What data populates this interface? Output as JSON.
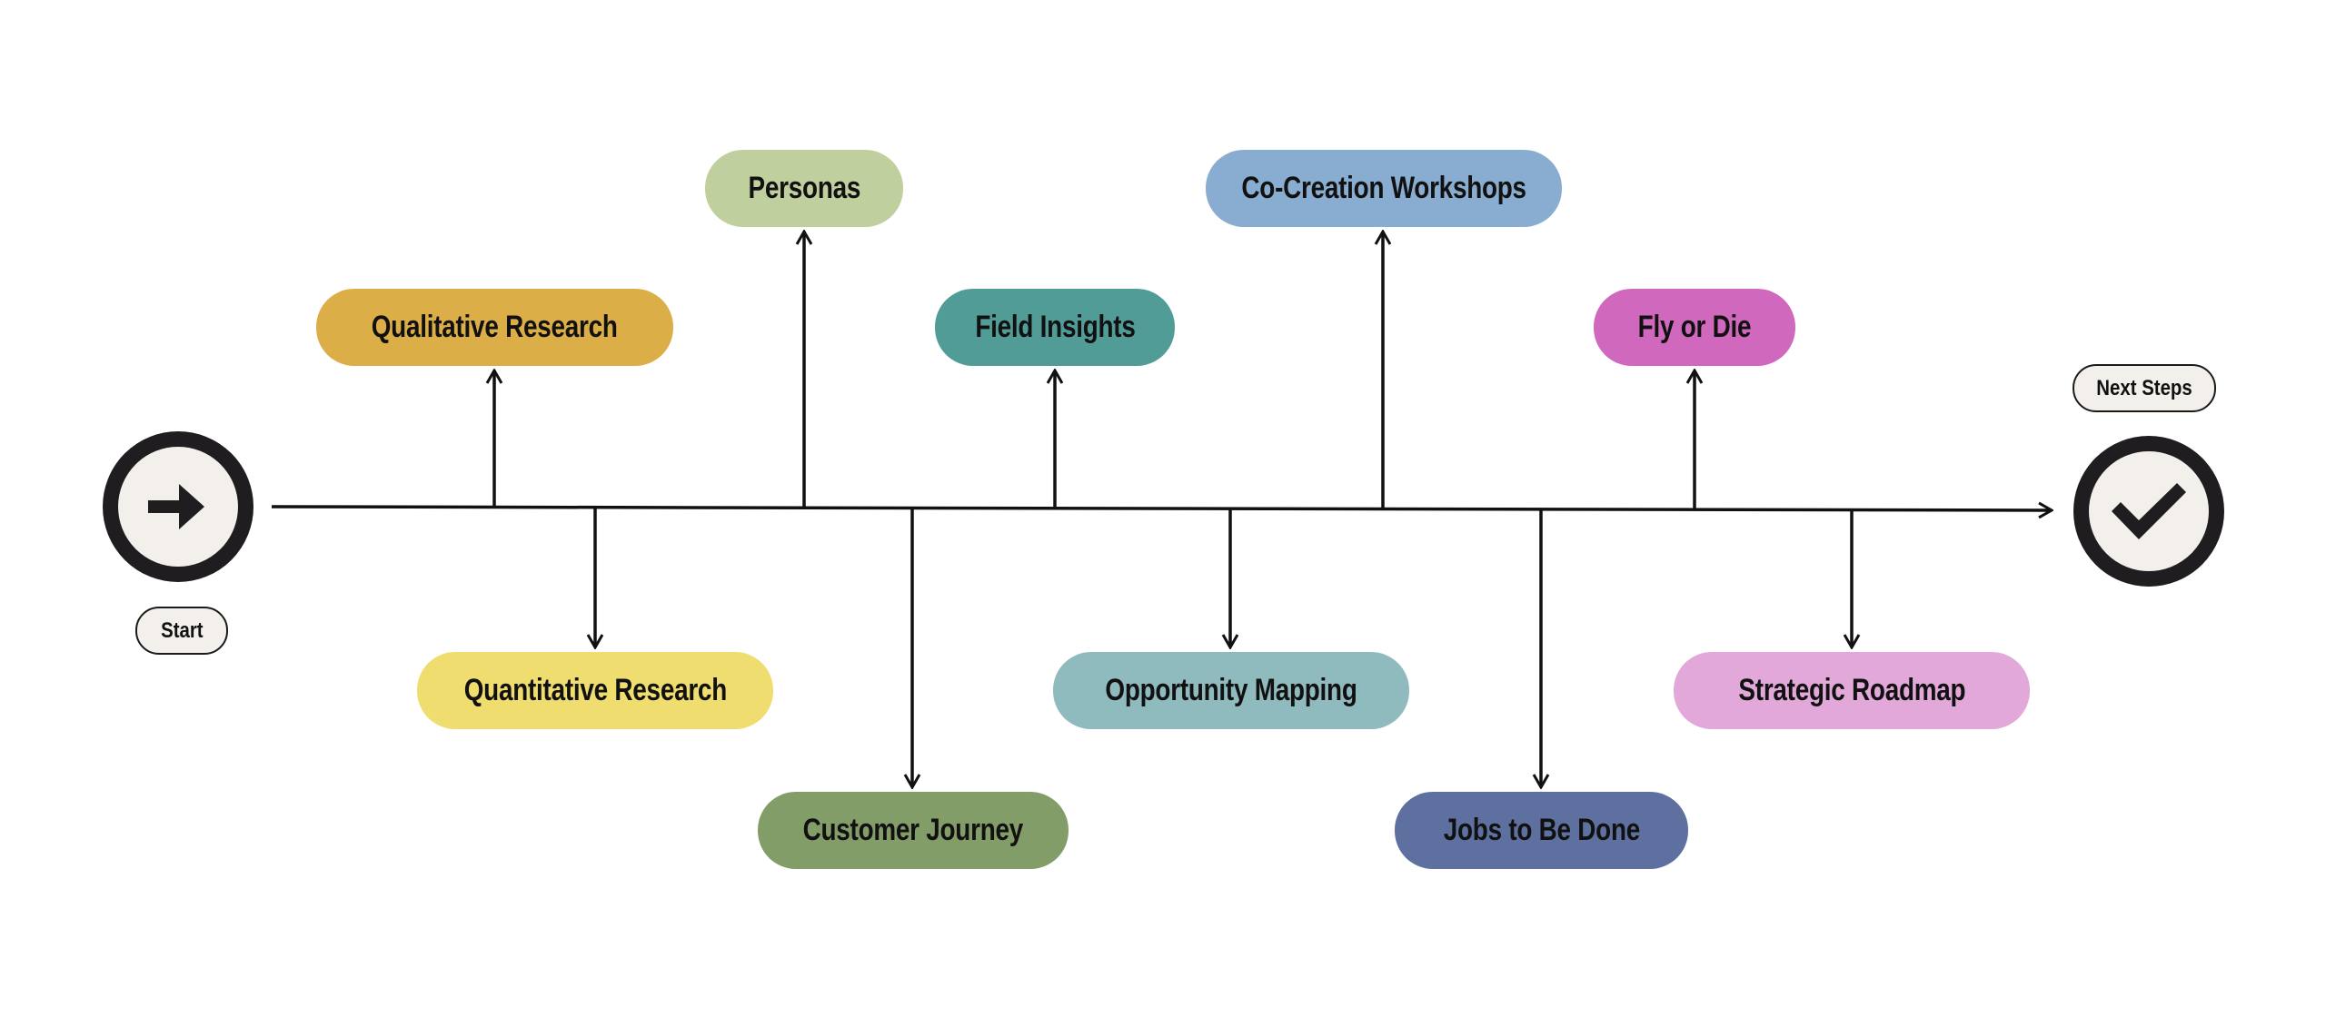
{
  "diagram": {
    "type": "fishbone-timeline",
    "start": {
      "label": "Start",
      "icon": "arrow-right-icon"
    },
    "end": {
      "label": "Next Steps",
      "icon": "checkmark-icon"
    },
    "nodes": [
      {
        "id": "qualitative-research",
        "label": "Qualitative Research",
        "side": "top",
        "tier": "near",
        "color": "#dcae47"
      },
      {
        "id": "quantitative-research",
        "label": "Quantitative Research",
        "side": "bottom",
        "tier": "near",
        "color": "#efdd6f"
      },
      {
        "id": "personas",
        "label": "Personas",
        "side": "top",
        "tier": "far",
        "color": "#c0cf9e"
      },
      {
        "id": "customer-journey",
        "label": "Customer Journey",
        "side": "bottom",
        "tier": "far",
        "color": "#839d68"
      },
      {
        "id": "field-insights",
        "label": "Field Insights",
        "side": "top",
        "tier": "near",
        "color": "#529c98"
      },
      {
        "id": "opportunity-mapping",
        "label": "Opportunity Mapping",
        "side": "bottom",
        "tier": "near",
        "color": "#8fbabe"
      },
      {
        "id": "co-creation-workshops",
        "label": "Co-Creation Workshops",
        "side": "top",
        "tier": "far",
        "color": "#88add1"
      },
      {
        "id": "jobs-to-be-done",
        "label": "Jobs to Be Done",
        "side": "bottom",
        "tier": "far",
        "color": "#5e709f"
      },
      {
        "id": "fly-or-die",
        "label": "Fly or Die",
        "side": "top",
        "tier": "near",
        "color": "#d068be"
      },
      {
        "id": "strategic-roadmap",
        "label": "Strategic Roadmap",
        "side": "bottom",
        "tier": "near",
        "color": "#e2a8da"
      }
    ]
  }
}
